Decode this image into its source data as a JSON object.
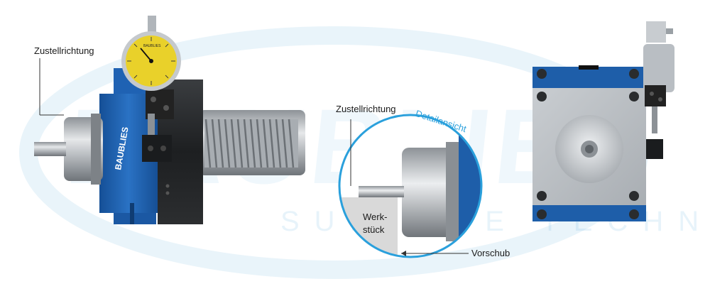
{
  "labels": {
    "zustell_left": "Zustellrichtung",
    "zustell_detail": "Zustellrichtung",
    "detailansicht": "Detailansicht",
    "werkstueck_line1": "Werk-",
    "werkstueck_line2": "stück",
    "vorschub": "Vorschub"
  },
  "brand": {
    "watermark_name": "BAUBLIES",
    "watermark_tagline": "SURFACE TECHNOLOGY",
    "tool_logo": "BAUBLIES",
    "gauge_logo": "BAUBLIES"
  },
  "colors": {
    "brand_blue": "#1d5fae",
    "steel": "#b9bec3",
    "gauge_face": "#e9d12a",
    "detail_ring": "#2aa0dc"
  }
}
